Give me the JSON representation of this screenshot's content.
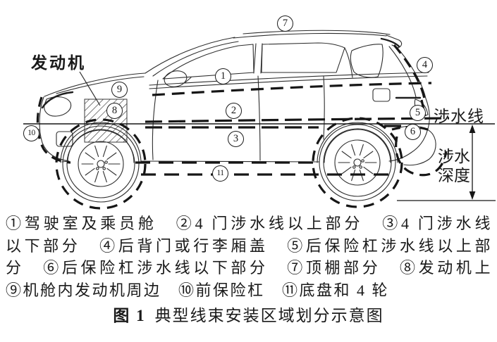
{
  "diagram": {
    "engine_label": "发动机",
    "wading_line_label": "涉水线",
    "wading_depth_label": "涉水深度",
    "callouts": [
      {
        "num": "1"
      },
      {
        "num": "2"
      },
      {
        "num": "3"
      },
      {
        "num": "4"
      },
      {
        "num": "5"
      },
      {
        "num": "6"
      },
      {
        "num": "7"
      },
      {
        "num": "8"
      },
      {
        "num": "9"
      },
      {
        "num": "10"
      },
      {
        "num": "11"
      }
    ]
  },
  "legend": {
    "lines": [
      "①驾驶室及乘员舱　②4 门涉水线以上部分　③4 门涉水线",
      "以下部分　④后背门或行李厢盖　⑤后保险杠涉水线以上部",
      "分　⑥后保险杠涉水线以下部分　⑦顶棚部分　⑧发动机上",
      "⑨机舱内发动机周边　⑩前保险杠　⑪底盘和 4 轮"
    ]
  },
  "caption": {
    "figure_label": "图 1",
    "title": "典型线束安装区域划分示意图"
  }
}
